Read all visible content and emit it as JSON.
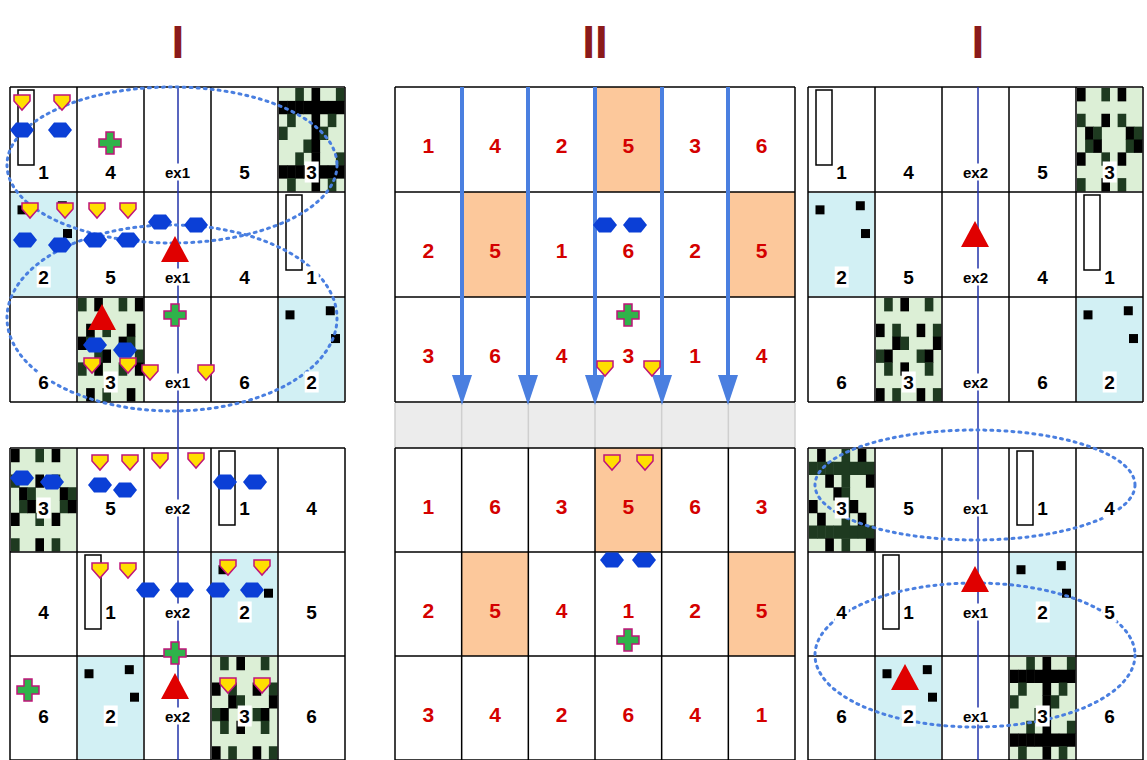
{
  "diagram": {
    "labels": [
      "I",
      "II",
      "I",
      "1",
      "4",
      "ex1",
      "5",
      "3",
      "2",
      "5",
      "ex1",
      "4",
      "1",
      "6",
      "3",
      "ex1",
      "6",
      "2",
      "1",
      "4",
      "2",
      "5",
      "3",
      "6",
      "2",
      "5",
      "1",
      "6",
      "2",
      "5",
      "3",
      "6",
      "4",
      "3",
      "1",
      "4",
      "1",
      "4",
      "ex2",
      "5",
      "3",
      "2",
      "5",
      "ex2",
      "4",
      "1",
      "6",
      "3",
      "ex2",
      "6",
      "2",
      "3",
      "5",
      "ex2",
      "1",
      "4",
      "4",
      "1",
      "ex2",
      "2",
      "5",
      "6",
      "2",
      "ex2",
      "3",
      "6",
      "1",
      "6",
      "3",
      "5",
      "6",
      "3",
      "2",
      "5",
      "4",
      "1",
      "2",
      "5",
      "3",
      "4",
      "2",
      "6",
      "4",
      "1",
      "3",
      "5",
      "ex1",
      "1",
      "4",
      "4",
      "1",
      "ex1",
      "2",
      "5",
      "6",
      "2",
      "ex1",
      "3",
      "6"
    ]
  }
}
